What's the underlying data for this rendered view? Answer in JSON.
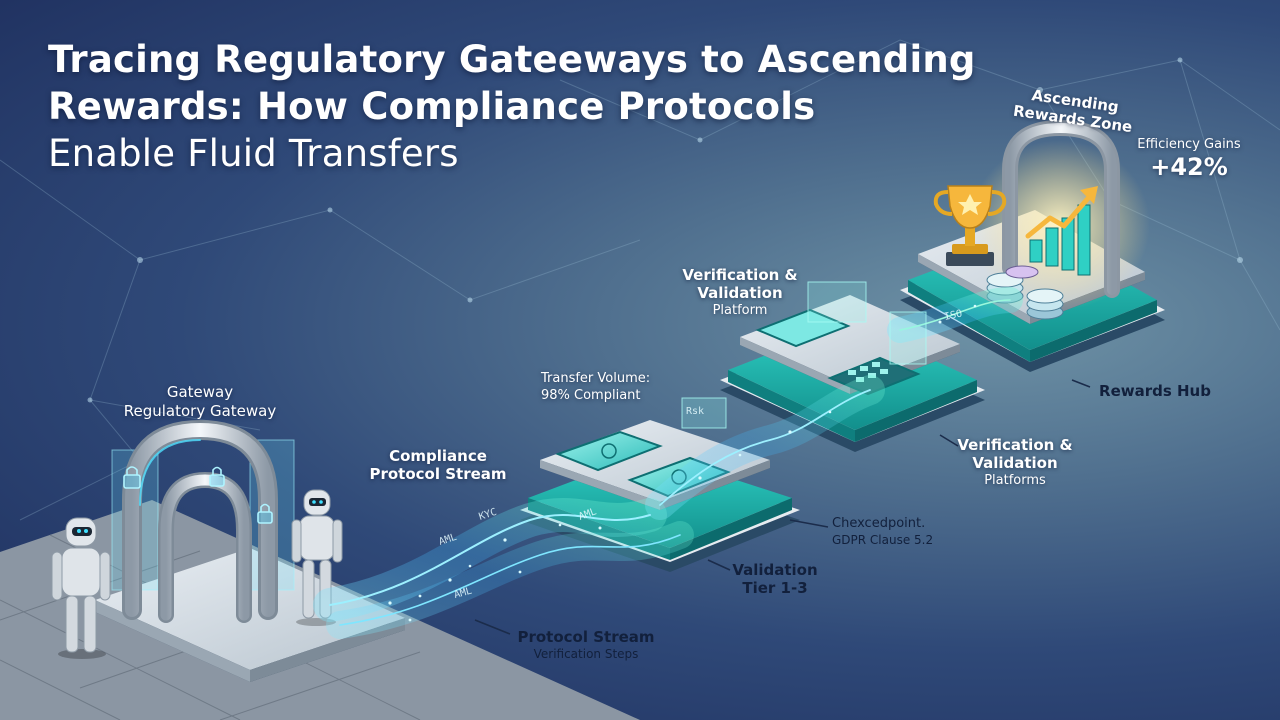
{
  "title": {
    "line1": "Tracing Regulatory Gateeways to Ascending",
    "line2": "Rewards: How Compliance Protocols",
    "line3": "Enable Fluid Transfers"
  },
  "labels": {
    "gateway": {
      "line1": "Gateway",
      "line2": "Regulatory Gateway"
    },
    "compliance_stream": {
      "line1": "Compliance",
      "line2": "Protocol Stream"
    },
    "transfer_volume": {
      "line1": "Transfer Volume:",
      "line2": "98% Compliant"
    },
    "verification_top": {
      "line1": "Verification &",
      "line2": "Validation",
      "line3": "Platform"
    },
    "verification_right": {
      "line1": "Verification &",
      "line2": "Validation",
      "line3": "Platforms"
    },
    "checkpoint": {
      "line1": "Chexcedpoint.",
      "line2": "GDPR Clause 5.2"
    },
    "validation_tier": {
      "line1": "Validation",
      "line2": "Tier 1-3"
    },
    "protocol_stream": {
      "line1": "Protocol Stream",
      "line2": "Verification Steps"
    },
    "rewards_hub": "Rewards Hub",
    "rewards_zone": {
      "line1": "Ascending",
      "line2": "Rewards Zone"
    },
    "efficiency": {
      "label": "Efficiency Gains",
      "value": "+42%"
    }
  },
  "stream_text": {
    "aml1": "AML",
    "aml2": "AML",
    "aml3": "AML",
    "kyc": "KYC",
    "iso": "ISO",
    "fragment": "Rsk"
  },
  "colors": {
    "accent_teal": "#1fc6c0",
    "stream_cyan": "#56d8ff",
    "gold": "#f6b73c",
    "background_dark": "#1d2d5c"
  },
  "icons": [
    "lock-icon",
    "trophy-icon",
    "bar-chart-icon",
    "trend-arrow-icon",
    "coin-stack-icon",
    "checklist-icon"
  ]
}
